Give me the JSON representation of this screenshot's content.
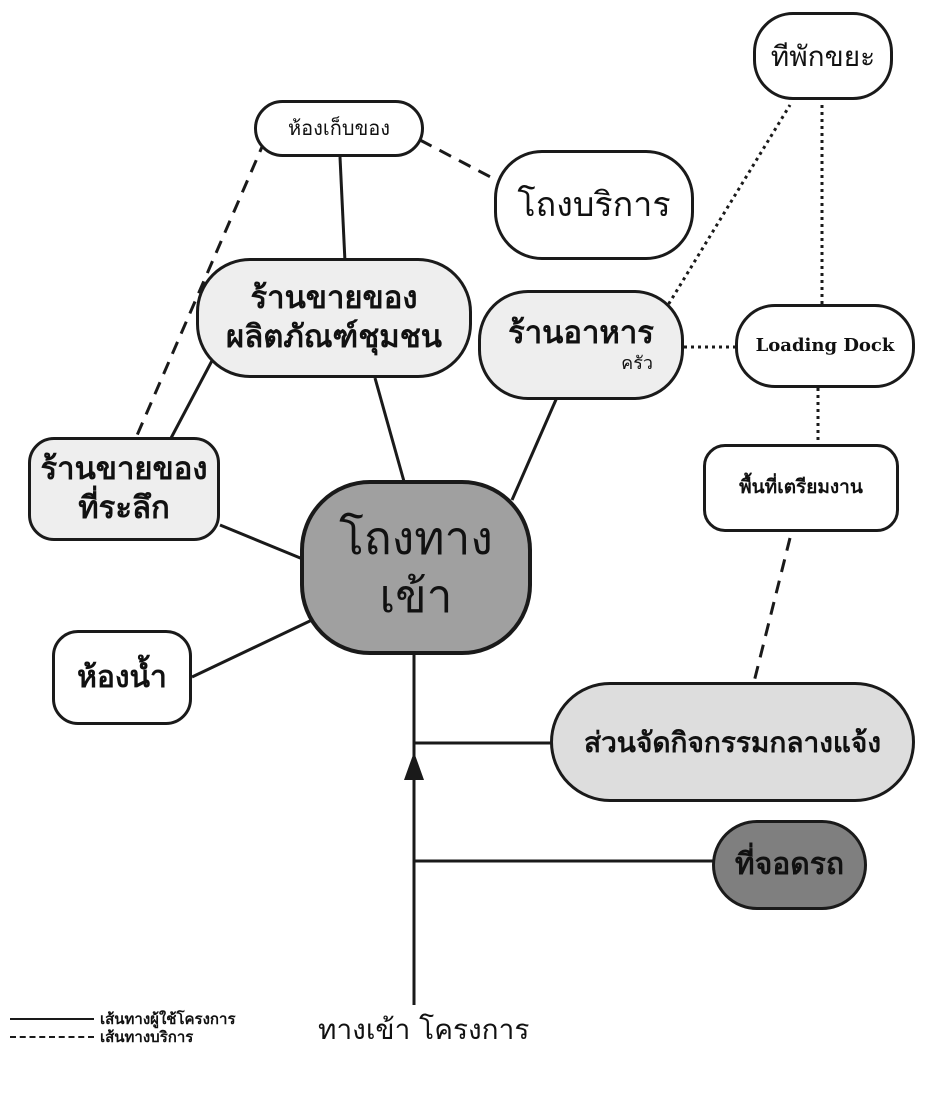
{
  "nodes": {
    "pickup_point": "ทีพักขยะ",
    "storage_room": "ห้องเก็บของ",
    "service_building": "โถงบริการ",
    "community_shop": [
      "ร้านขายของ",
      "ผลิตภัณฑ์ชุมชน"
    ],
    "restaurant": "ร้านอาหาร",
    "kitchen": "ครัว",
    "loading_dock": "Loading Dock",
    "prep_area": "พื้นที่เตรียมงาน",
    "souvenir_shop": [
      "ร้านขายของ",
      "ที่ระลึก"
    ],
    "entrance_hall": "โถงทางเข้า",
    "restroom": "ห้องน้ำ",
    "outdoor_activity": "ส่วนจัดกิจกรรมกลางแจ้ง",
    "parking": "ที่จอดรถ",
    "project_entrance": "ทางเข้า โครงการ"
  },
  "legend": {
    "user_route": "เส้นทางผู้ใช้โครงการ",
    "service_route": "เส้นทางบริการ"
  },
  "colors": {
    "line": "#1a1a1a",
    "entrance_fill": "#a0a0a0",
    "parking_fill": "#7f7f7f",
    "activity_fill": "#dddddd",
    "main_fill": "#eeeeee"
  }
}
